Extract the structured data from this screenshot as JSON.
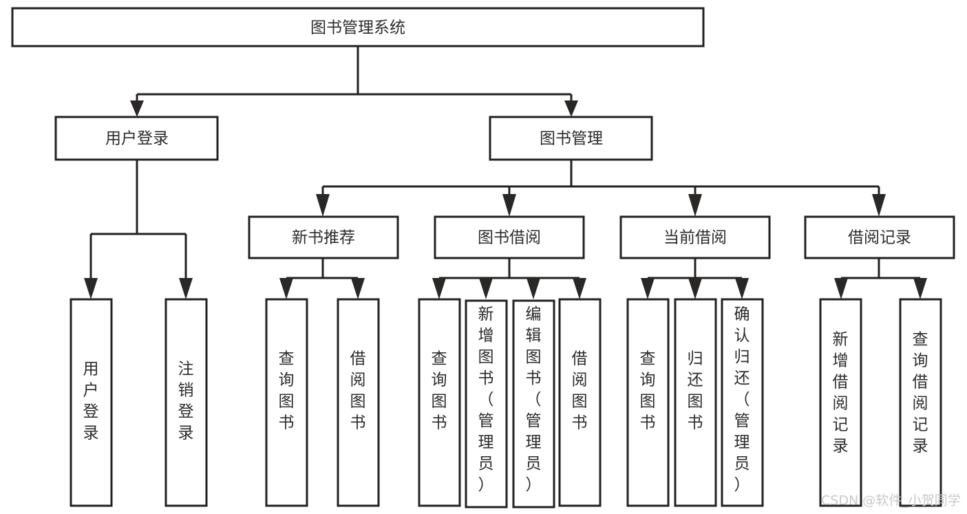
{
  "diagram": {
    "title": "图书管理系统",
    "type": "tree",
    "root": {
      "id": "root",
      "label": "图书管理系统",
      "orientation": "horizontal"
    },
    "level2": [
      {
        "id": "user-login",
        "label": "用户登录",
        "orientation": "horizontal"
      },
      {
        "id": "book-manage",
        "label": "图书管理",
        "orientation": "horizontal"
      }
    ],
    "level3": [
      {
        "id": "new-book-recommend",
        "label": "新书推荐",
        "orientation": "horizontal",
        "parent": "book-manage"
      },
      {
        "id": "book-borrow",
        "label": "图书借阅",
        "orientation": "horizontal",
        "parent": "book-manage"
      },
      {
        "id": "current-borrow",
        "label": "当前借阅",
        "orientation": "horizontal",
        "parent": "book-manage"
      },
      {
        "id": "borrow-record",
        "label": "借阅记录",
        "orientation": "horizontal",
        "parent": "book-manage"
      }
    ],
    "leaves": [
      {
        "id": "leaf-user-login",
        "label": "用户登录",
        "orientation": "vertical",
        "parent": "user-login"
      },
      {
        "id": "leaf-logout",
        "label": "注销登录",
        "orientation": "vertical",
        "parent": "user-login"
      },
      {
        "id": "leaf-query-book-1",
        "label": "查询图书",
        "orientation": "vertical",
        "parent": "new-book-recommend"
      },
      {
        "id": "leaf-borrow-book-1",
        "label": "借阅图书",
        "orientation": "vertical",
        "parent": "new-book-recommend"
      },
      {
        "id": "leaf-query-book-2",
        "label": "查询图书",
        "orientation": "vertical",
        "parent": "book-borrow"
      },
      {
        "id": "leaf-add-book",
        "label": "新增图书（管理员）",
        "orientation": "vertical",
        "parent": "book-borrow"
      },
      {
        "id": "leaf-edit-book",
        "label": "编辑图书（管理员）",
        "orientation": "vertical",
        "parent": "book-borrow"
      },
      {
        "id": "leaf-borrow-book-2",
        "label": "借阅图书",
        "orientation": "vertical",
        "parent": "book-borrow"
      },
      {
        "id": "leaf-query-book-3",
        "label": "查询图书",
        "orientation": "vertical",
        "parent": "current-borrow"
      },
      {
        "id": "leaf-return-book",
        "label": "归还图书",
        "orientation": "vertical",
        "parent": "current-borrow"
      },
      {
        "id": "leaf-confirm-return",
        "label": "确认归还（管理员）",
        "orientation": "vertical",
        "parent": "current-borrow"
      },
      {
        "id": "leaf-add-record",
        "label": "新增借阅记录",
        "orientation": "vertical",
        "parent": "borrow-record"
      },
      {
        "id": "leaf-query-record",
        "label": "查询借阅记录",
        "orientation": "vertical",
        "parent": "borrow-record"
      }
    ],
    "colors": {
      "box_stroke": "#23211f",
      "box_fill": "#ffffff",
      "line": "#23211f",
      "text": "#2b2b2b",
      "watermark": "#c9c9c9",
      "background": "#ffffff"
    }
  },
  "watermark": {
    "text": "CSDN @软件_小贺同学"
  }
}
